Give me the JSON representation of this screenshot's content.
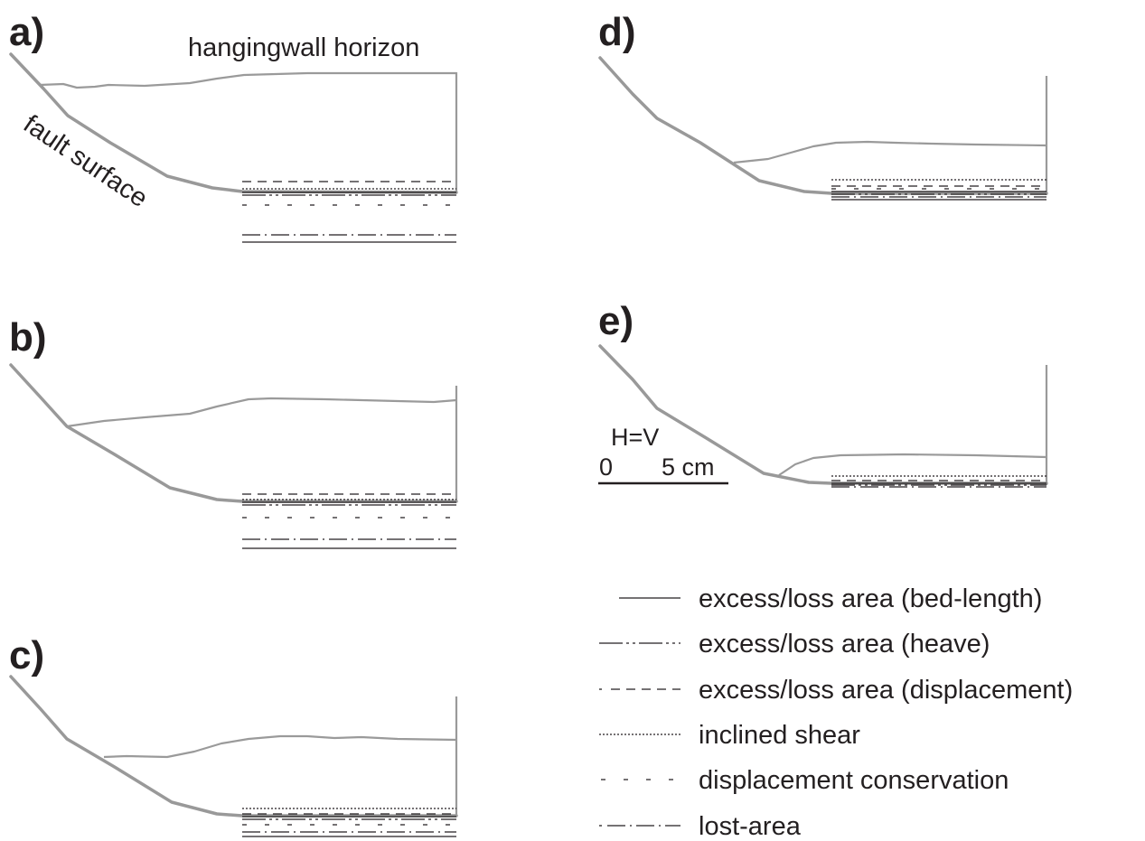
{
  "panels": [
    {
      "label": "a)"
    },
    {
      "label": "b)"
    },
    {
      "label": "c)"
    },
    {
      "label": "d)"
    },
    {
      "label": "e)"
    }
  ],
  "annotations": {
    "hangingwall": "hangingwall horizon",
    "fault": "fault surface"
  },
  "scale": {
    "ratio": "H=V",
    "zero": "0",
    "length": "5 cm"
  },
  "legend": {
    "items": [
      {
        "label": "excess/loss area (bed-length)",
        "style": "solid"
      },
      {
        "label": "excess/loss area (heave)",
        "style": "long-dash-dot-dot"
      },
      {
        "label": "excess/loss area (displacement)",
        "style": "dashed"
      },
      {
        "label": "inclined shear",
        "style": "dotted"
      },
      {
        "label": "displacement conservation",
        "style": "sparse-dash"
      },
      {
        "label": "lost-area",
        "style": "dash-dot"
      }
    ]
  },
  "colors": {
    "fault": "#999999",
    "horizon": "#9a9a9a",
    "text": "#231f20"
  }
}
